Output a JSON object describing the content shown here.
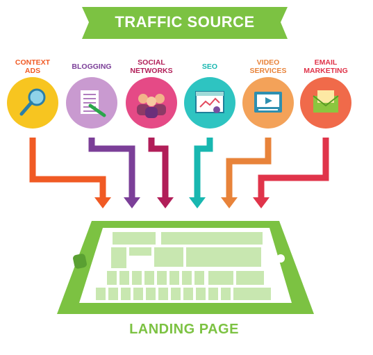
{
  "title": "TRAFFIC SOURCE",
  "sources": [
    {
      "label": "CONTEXT\nADS",
      "color": "#f05a24",
      "circle": "#f7c520",
      "icon": "magnifier-icon"
    },
    {
      "label": "BLOGGING",
      "color": "#7b3f98",
      "circle": "#c99ad0",
      "icon": "document-pen-icon"
    },
    {
      "label": "SOCIAL\nNETWORKS",
      "color": "#b11e58",
      "circle": "#e54a86",
      "icon": "people-icon"
    },
    {
      "label": "SEO",
      "color": "#18b7b0",
      "circle": "#2ec4c1",
      "icon": "analytics-screen-icon"
    },
    {
      "label": "VIDEO\nSERVICES",
      "color": "#e8833a",
      "circle": "#f3a259",
      "icon": "video-player-icon"
    },
    {
      "label": "EMAIL\nMARKETING",
      "color": "#e0344a",
      "circle": "#f06a4a",
      "icon": "envelope-icon"
    }
  ],
  "target": "LANDING PAGE",
  "colors": {
    "brand_green": "#7cc242",
    "tablet_light": "#c8e7b0"
  }
}
